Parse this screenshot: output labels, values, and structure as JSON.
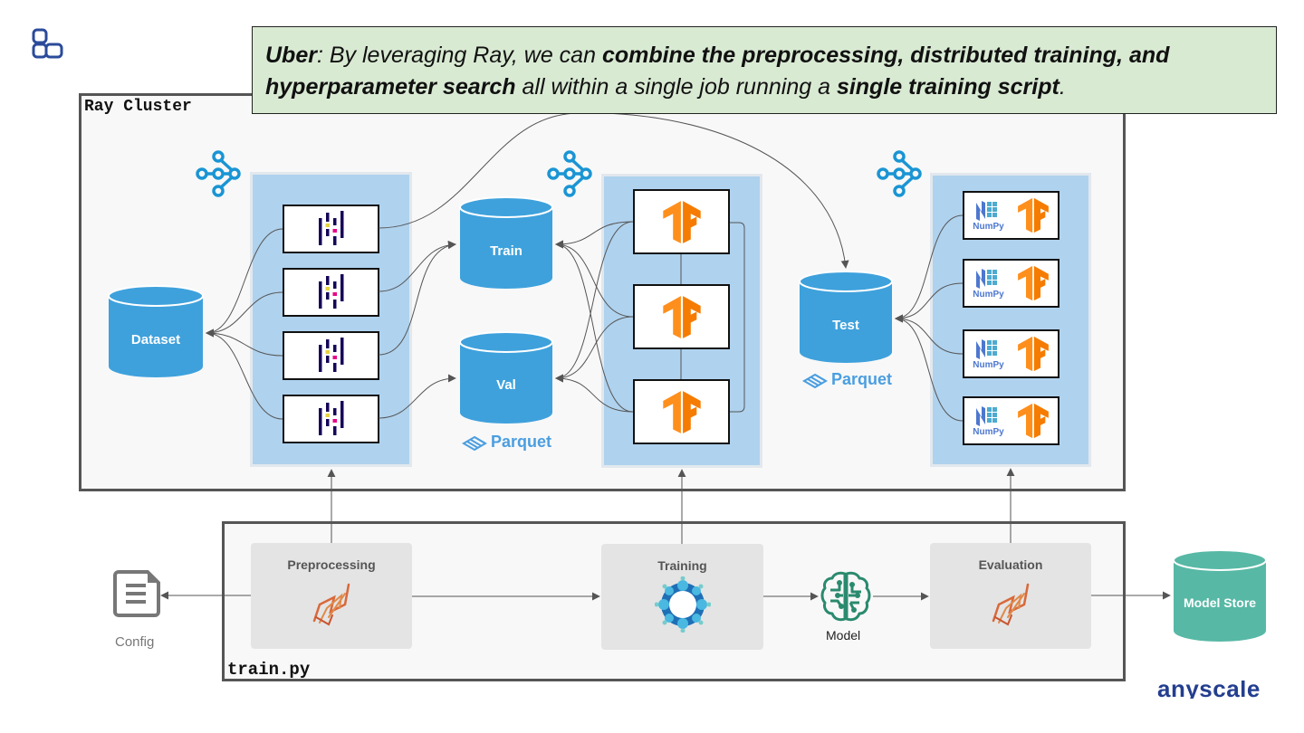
{
  "quote": {
    "speaker": "Uber",
    "parts": [
      {
        "text": ": By leveraging Ray, we can ",
        "bold": false
      },
      {
        "text": "combine the preprocessing, distributed training, and hyperparameter search",
        "bold": true
      },
      {
        "text": " all within a single job running a ",
        "bold": false
      },
      {
        "text": "single training script",
        "bold": true
      },
      {
        "text": ".",
        "bold": false
      }
    ]
  },
  "ray_cluster": {
    "label": "Ray Cluster",
    "datasets": {
      "dataset": "Dataset",
      "train": "Train",
      "val": "Val",
      "test": "Test"
    },
    "format_label": "Parquet",
    "preprocess_workers": {
      "count": 4,
      "icon": "pandas-icon"
    },
    "train_workers": {
      "count": 3,
      "icon": "tensorflow-icon"
    },
    "eval_workers": {
      "count": 4,
      "icons": [
        "numpy-icon",
        "tensorflow-icon"
      ],
      "numpy_label": "NumPy"
    }
  },
  "train_script": {
    "label": "train.py",
    "stages": [
      {
        "title": "Preprocessing",
        "icon": "dask-icon"
      },
      {
        "title": "Training",
        "icon": "horovod-icon"
      },
      {
        "title": "Evaluation",
        "icon": "dask-icon"
      }
    ]
  },
  "config": {
    "label": "Config"
  },
  "model": {
    "label": "Model"
  },
  "model_store": {
    "label": "Model Store"
  },
  "brand": {
    "name": "anyscale"
  },
  "colors": {
    "banner_bg": "#d9ead3",
    "cylinder_blue": "#3ea1dc",
    "cylinder_teal": "#57b8a5",
    "panel_blue": "#afd2ee",
    "stage_gray": "#e4e4e4",
    "tf_orange": "#f58a1f",
    "pandas_navy": "#150458"
  }
}
